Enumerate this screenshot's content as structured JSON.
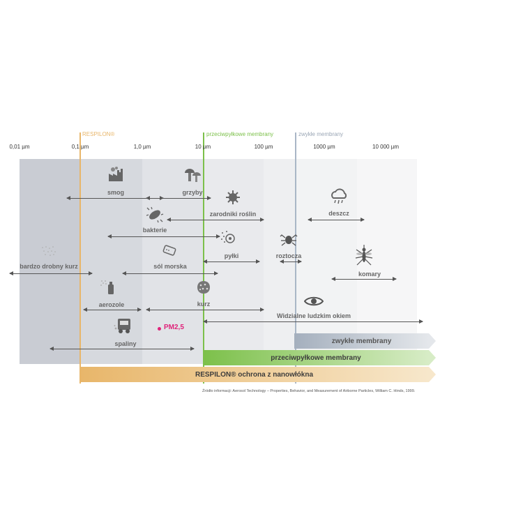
{
  "axis": {
    "ticks": [
      "0,01 µm",
      "0,1 µm",
      "1,0 µm",
      "10 µm",
      "100 µm",
      "1000 µm",
      "10 000 µm"
    ]
  },
  "zones": {
    "respilon": "RESPILON®",
    "pollen_membranes": "przeciwpyłkowe membrany",
    "regular_membranes": "zwykłe membrany"
  },
  "particles": {
    "smog": "smog",
    "fungi": "grzyby",
    "spores": "zarodniki roślin",
    "rain": "deszcz",
    "bacteria": "bakterie",
    "pollen": "pyłki",
    "mites": "roztocza",
    "fine_dust": "bardzo drobny kurz",
    "sea_salt": "sól morska",
    "mosquitoes": "komary",
    "aerosols": "aerozole",
    "dust": "kurz",
    "visible": "Widzialne ludzkim okiem",
    "pm25": "PM2,5",
    "exhaust": "spaliny"
  },
  "bars": {
    "regular": "zwykłe membrany",
    "pollen": "przeciwpyłkowe membrany",
    "respilon": "RESPILON® ochrona z nanowłókna"
  },
  "source": "Źródło informacji: Aerosol Technology – Properties, Behavior, and Measurement of Airborne Particles, William C. Hinds, 1999.",
  "colors": {
    "respilon": "#e8b66a",
    "pollen": "#7cc04a",
    "regular": "#a9b6c6",
    "pm25": "#e0237a"
  }
}
